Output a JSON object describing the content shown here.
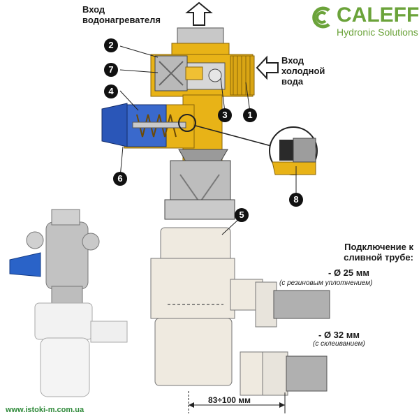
{
  "labels": {
    "heater_inlet": [
      "Вход",
      "водонагревателя"
    ],
    "cold_inlet": [
      "Вход",
      "холодной",
      "вода"
    ],
    "drain_connect": [
      "Подключение к",
      "сливной трубе:"
    ],
    "d25": "- Ø 25 мм",
    "d25_note": "(с резиновым уплотнением)",
    "d32": "- Ø 32 мм",
    "d32_note": "(с склеиванием)",
    "dimension": "83÷100 мм"
  },
  "callouts": {
    "c1": "1",
    "c2": "2",
    "c3": "3",
    "c4": "4",
    "c5": "5",
    "c6": "6",
    "c7": "7",
    "c8": "8"
  },
  "brand": {
    "name": "CALEFFI",
    "sub": "Hydronic Solutions"
  },
  "website": "www.istoki-m.com.ua",
  "colors": {
    "brass": "#e8b317",
    "brass_dark": "#b88a0c",
    "blue_cap": "#2a56b8",
    "gray": "#a7a7a7",
    "cream": "#efeae0",
    "logo_green": "#6ba33a"
  }
}
